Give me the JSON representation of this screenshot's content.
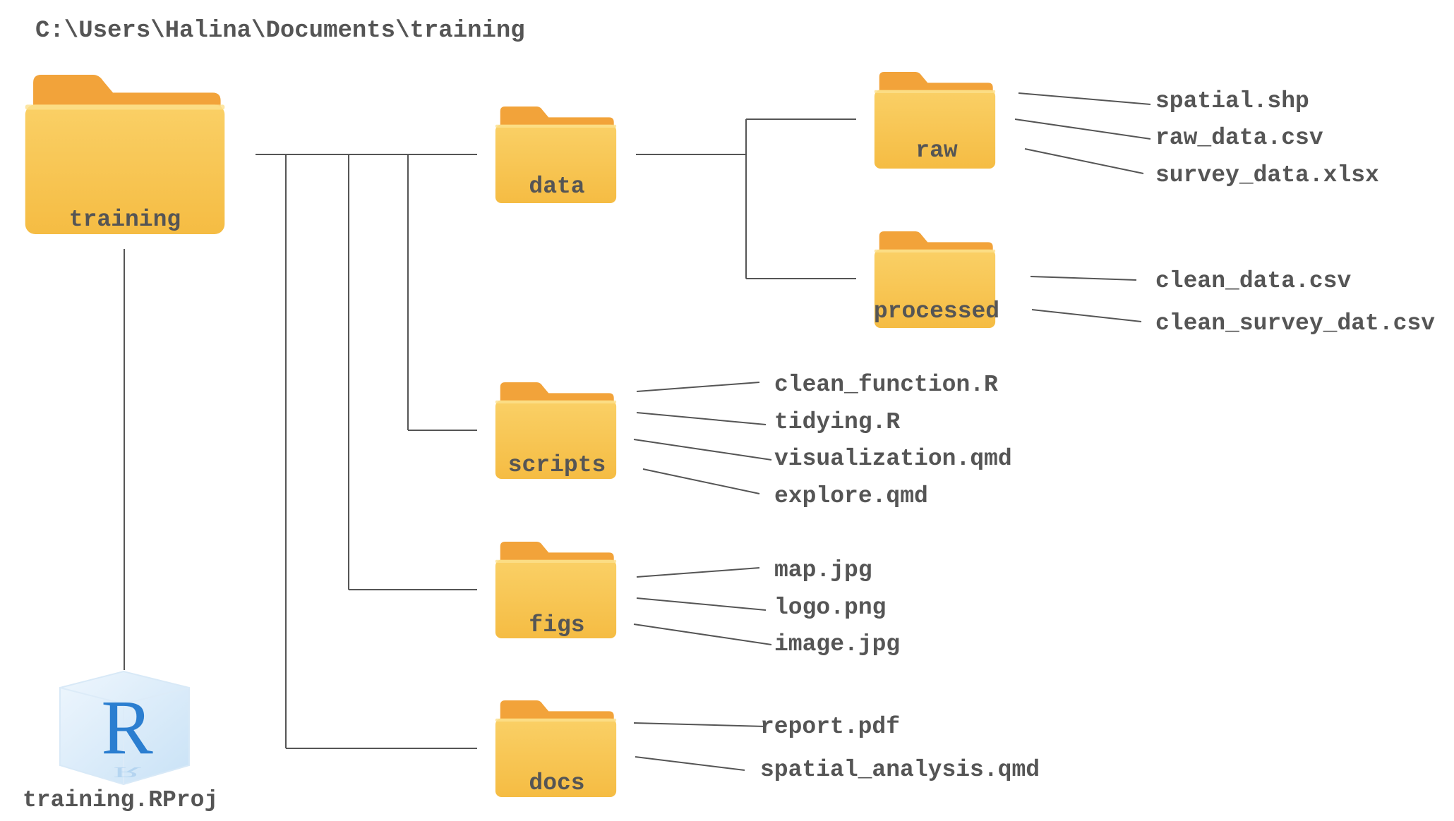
{
  "path": "C:\\Users\\Halina\\Documents\\training",
  "root": {
    "name": "training",
    "icon": "folder-icon",
    "color_front": "#F7C24B",
    "color_back": "#F2A33A"
  },
  "project_file": {
    "name": "training.RProj",
    "icon": "r-project-cube-icon",
    "logo_letter": "R",
    "logo_color": "#2B7ED0"
  },
  "folders": {
    "data": {
      "name": "data"
    },
    "raw": {
      "name": "raw",
      "files": [
        "spatial.shp",
        "raw_data.csv",
        "survey_data.xlsx"
      ]
    },
    "processed": {
      "name": "processed",
      "files": [
        "clean_data.csv",
        "clean_survey_dat.csv"
      ]
    },
    "scripts": {
      "name": "scripts",
      "files": [
        "clean_function.R",
        "tidying.R",
        "visualization.qmd",
        "explore.qmd"
      ]
    },
    "figs": {
      "name": "figs",
      "files": [
        "map.jpg",
        "logo.png",
        "image.jpg"
      ]
    },
    "docs": {
      "name": "docs",
      "files": [
        "report.pdf",
        "spatial_analysis.qmd"
      ]
    }
  }
}
